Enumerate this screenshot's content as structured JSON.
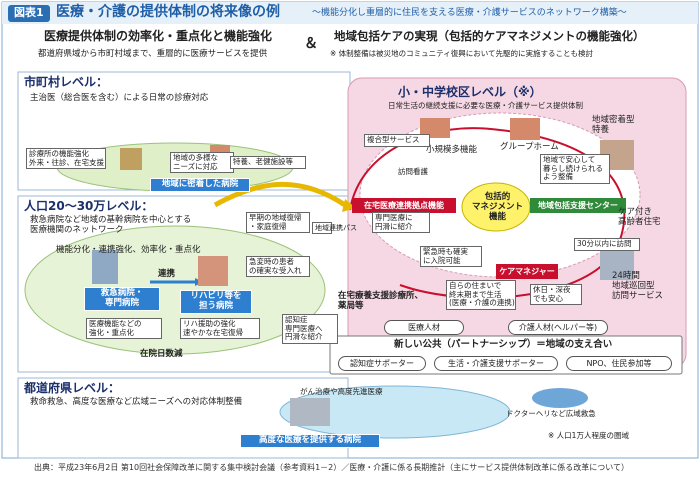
{
  "header": {
    "tag": "図表1",
    "title": "医療・介護の提供体制の将来像の例",
    "subtitle": "～機能分化し重層的に住民を支える医療・介護サービスのネットワーク構築～"
  },
  "left_heading": {
    "title": "医療提供体制の効率化・重点化と機能強化",
    "desc": "都道府県域から市町村域まで、重層的に医療サービスを提供"
  },
  "amp": "＆",
  "right_heading": {
    "title": "地域包括ケアの実現（包括的ケアマネジメントの機能強化）",
    "note": "※ 体制整備は被災地のコミュニティ復興において先駆的に実施することも検討"
  },
  "city": {
    "title": "市町村レベル：",
    "desc": "主治医（総合医を含む）による日常の診療対応",
    "clinic": "診療所の機能強化\n外来・往診、在宅支援",
    "needs": "地域の多様な\nニーズに対応",
    "special": "特養、老健施設等",
    "local_hospital": "地域に密着した病院"
  },
  "pop": {
    "title": "人口20～30万レベル：",
    "desc": "救急病院など地域の基幹病院を中心とする\n医療機関のネットワーク",
    "func": "機能分化・連携強化、効率化・重点化",
    "link": "連携",
    "emergency": "救急病院・\n専門病院",
    "rehab": "リハビリ等を\n担う病院",
    "med_staff": "医療機能などの\n強化・重点化",
    "rehab_func": "リハ援助の強化\n速やかな在宅復帰",
    "reduce": "在院日数減",
    "early_return": "早期の地域復帰\n・家庭復帰",
    "patient_accept": "急変時の患者\nの確実な受入れ",
    "regional_cap": "地域連携パス",
    "specialist": "認知症\n専門医療へ\n円滑な紹介"
  },
  "pref": {
    "title": "都道府県レベル：",
    "desc": "救命救急、高度な医療など広域ニーズへの対応体制整備",
    "advanced": "がん治療や高度先進医療",
    "advanced_hospital": "高度な医療を提供する病院",
    "doctor_heli": "ドクターヘリなど広域救急"
  },
  "school": {
    "title": "小・中学校区レベル（※）",
    "desc": "日常生活の継続支援に必要な医療・介護サービス提供体制",
    "complex": "複合型サービス",
    "small_multi": "小規模多機能",
    "group_home": "グループホーム",
    "regional_special": "地域密着型\n特養",
    "visit_nurse": "訪問看護",
    "peace": "地域で安心して\n暮らし続けられる\nよう整備",
    "care_mgmt": "包括的\nマネジメント\n機能",
    "home_base": "在宅医療連携拠点機能",
    "support_center": "地域包括支援センター",
    "care_attached": "ケア付き\n高齢者住宅",
    "visit_30": "30分以内に訪問",
    "visit_24": "24時間\n地域巡回型\n訪問サービス",
    "doctor_home": "専門医療に\n円滑に紹介",
    "emergency_confirm": "緊急時も確実\nに入院可能",
    "care_manager": "ケアマネジャー",
    "living": "自らの住まいで\n終末期まで生活\n(医療・介護の連携)",
    "day_night": "休日・深夜\nでも安心",
    "home_clinic": "在宅療養支援診療所、\n薬局等",
    "medical_staff": "医療人材",
    "care_staff": "介護人材(ヘルパー等)",
    "footnote": "※ 人口1万人程度の圏域"
  },
  "public": {
    "title": "新しい公共（パートナーシップ）＝地域の支え合い",
    "items": [
      "認知症サポーター",
      "生活・介護支援サポーター",
      "NPO、住民参加等"
    ]
  },
  "footer": "出典：平成23年6月2日 第10回社会保障改革に関する集中検討会議（参考資料1－2）／医療・介護に係る長期推計（主にサービス提供体制改革に係る改革について）",
  "colors": {
    "accent": "#1f5fa8",
    "school_bg": "#f6d8e4",
    "pref_bg": "#c9e8f5",
    "city_bg": "#e8f4d8",
    "care_red": "#c8102e",
    "care_green": "#2f8a3a"
  }
}
